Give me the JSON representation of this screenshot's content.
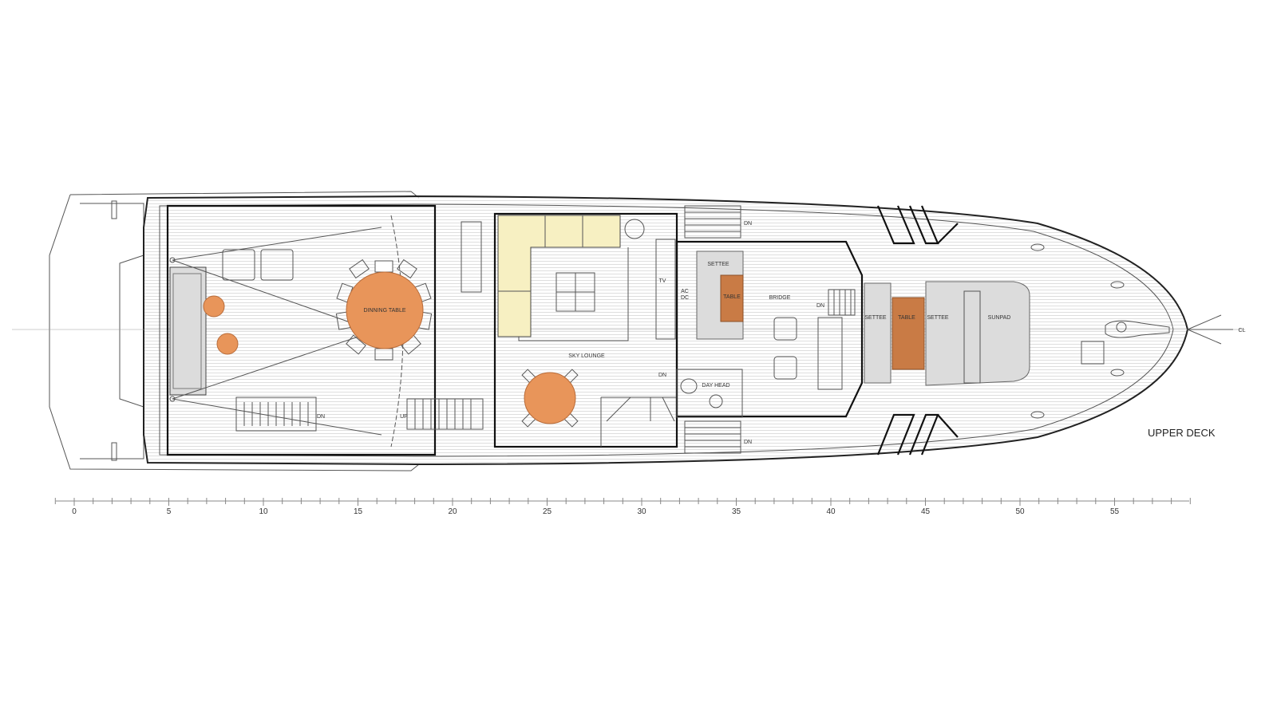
{
  "title": "UPPER DECK",
  "colors": {
    "orange_table": "#e8955a",
    "dark_table": "#c97b45",
    "sofa": "#f7f0c2",
    "cushion": "#dcdcdc",
    "line": "#222222",
    "deck_stripe": "#d6d6d6"
  },
  "labels": {
    "dining_table": "DINNING TABLE",
    "sky_lounge": "SKY LOUNGE",
    "tv": "TV",
    "ac": "AC",
    "dc": "DC",
    "settee_bridge": "SETTEE",
    "table_bridge": "TABLE",
    "bridge": "BRIDGE",
    "day_head": "DAY HEAD",
    "dn_bridge": "DN",
    "dn_lounge": "DN",
    "dn_top": "DN",
    "dn_bottom": "DN",
    "dn_aft": "DN",
    "up_aft": "UP",
    "settee_fwd_1": "SETTEE",
    "table_fwd": "TABLE",
    "settee_fwd_2": "SETTEE",
    "sunpad": "SUNPAD",
    "cl": "CL"
  },
  "scale": {
    "ticks": [
      "0",
      "5",
      "10",
      "15",
      "20",
      "25",
      "30",
      "35",
      "40",
      "45",
      "50",
      "55"
    ]
  }
}
